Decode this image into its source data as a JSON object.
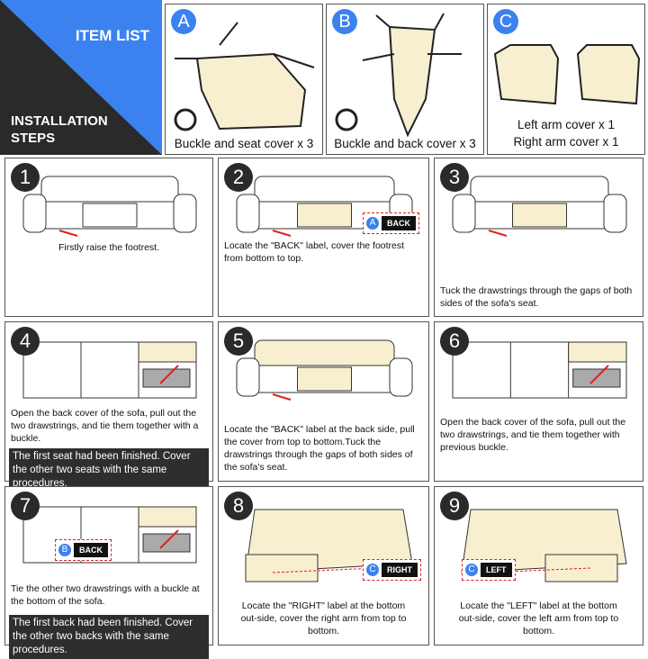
{
  "header": {
    "item_list": "ITEM LIST",
    "installation_steps": "INSTALLATION STEPS"
  },
  "items": [
    {
      "letter": "A",
      "caption": "Buckle and seat cover x 3"
    },
    {
      "letter": "B",
      "caption": "Buckle and back cover x 3"
    },
    {
      "letter": "C",
      "caption_line1": "Left arm cover x 1",
      "caption_line2": "Right arm cover x 1"
    }
  ],
  "steps": [
    {
      "number": "1",
      "text": "Firstly raise the footrest."
    },
    {
      "number": "2",
      "text": "Locate the \"BACK\" label, cover the footrest from bottom to top.",
      "label_letter": "A",
      "label": "BACK"
    },
    {
      "number": "3",
      "text": "Tuck the drawstrings through the gaps of both sides of the sofa's seat."
    },
    {
      "number": "4",
      "text": "Open the back cover of the sofa, pull out the two drawstrings, and tie them together with a buckle.",
      "note": "The first seat had been finished. Cover the other two seats with the same procedures."
    },
    {
      "number": "5",
      "text": "Locate the \"BACK\" label at the back side, pull the cover from top to bottom.Tuck the drawstrings through the gaps of both sides of the sofa's seat."
    },
    {
      "number": "6",
      "text": "Open the back cover of the sofa, pull out the two drawstrings, and tie them together with previous buckle."
    },
    {
      "number": "7",
      "text": "Tie the other two drawstrings with a buckle at the bottom of the sofa.",
      "note": "The first back had been finished. Cover the other two backs with the same procedures.",
      "label_letter": "B",
      "label": "BACK"
    },
    {
      "number": "8",
      "text": "Locate the \"RIGHT\" label at the bottom out-side, cover the right arm from top to bottom.",
      "label_letter": "C",
      "label": "RIGHT"
    },
    {
      "number": "9",
      "text": "Locate the \"LEFT\" label at the bottom out-side, cover the left arm from top to bottom.",
      "label_letter": "C",
      "label": "LEFT"
    }
  ],
  "colors": {
    "accent": "#3b82f0",
    "cover": "#f7efcf",
    "dark": "#2a2a2a"
  }
}
